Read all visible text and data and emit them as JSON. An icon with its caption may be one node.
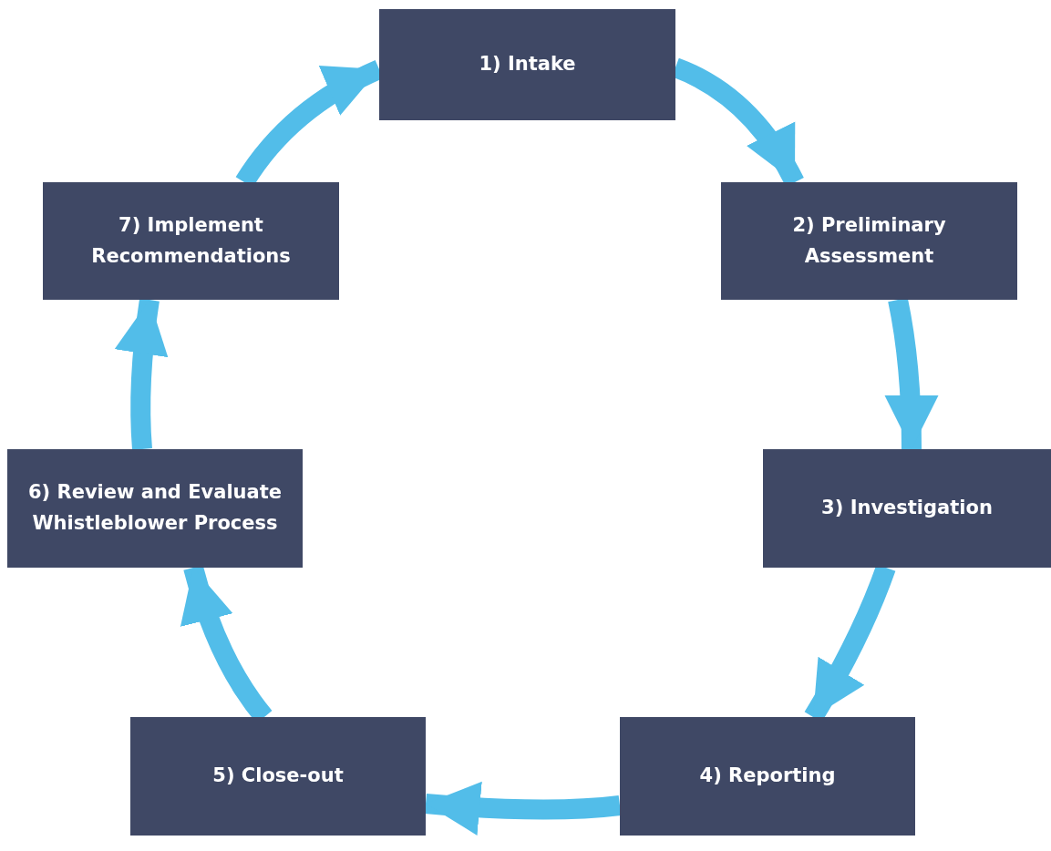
{
  "diagram": {
    "nodes": [
      {
        "text": [
          "1) Intake"
        ]
      },
      {
        "text": [
          "2) Preliminary Assessment"
        ]
      },
      {
        "text": [
          "3) Investigation"
        ]
      },
      {
        "text": [
          "4) Reporting"
        ]
      },
      {
        "text": [
          "5) Close-out"
        ]
      },
      {
        "text": [
          "6) Review and Evaluate Whistleblower Process"
        ]
      },
      {
        "text": [
          "7) Implement Recommendations"
        ]
      }
    ],
    "edges": [
      {
        "from": 0,
        "to": 1,
        "arrow": "to"
      },
      {
        "from": 1,
        "to": 2,
        "arrow": "to"
      },
      {
        "from": 2,
        "to": 3,
        "arrow": "to"
      },
      {
        "from": 3,
        "to": 4,
        "arrow": "to"
      },
      {
        "from": 4,
        "to": 5,
        "arrow": "to"
      },
      {
        "from": 5,
        "to": 6,
        "arrow": "to"
      },
      {
        "from": 6,
        "to": 0,
        "arrow": "to"
      }
    ]
  }
}
